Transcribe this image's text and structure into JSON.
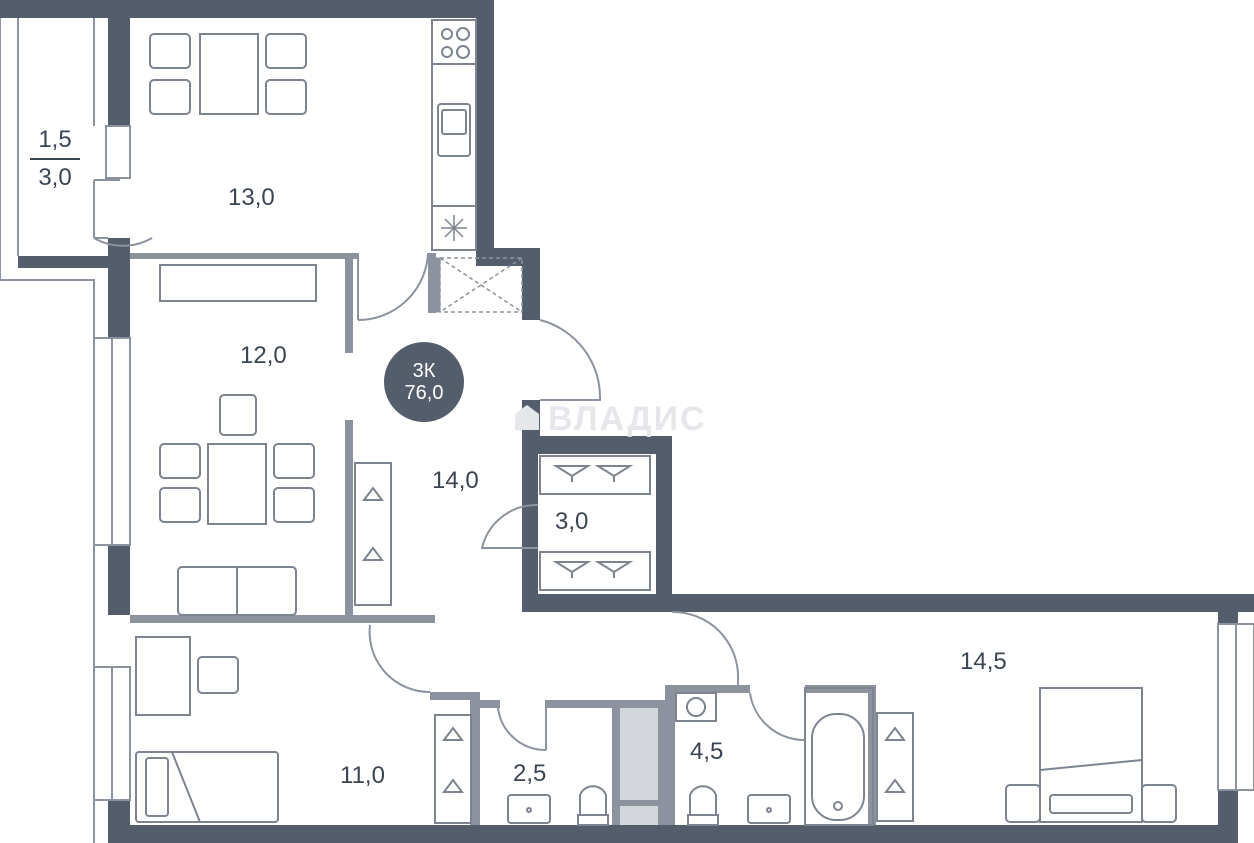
{
  "plan": {
    "apartment_type": "3К",
    "total_area": "76,0",
    "watermark": "ВЛАДИС",
    "balcony": {
      "area_reduced": "1,5",
      "area_full": "3,0"
    },
    "rooms": [
      {
        "id": "kitchen",
        "area": "13,0"
      },
      {
        "id": "living",
        "area": "12,0"
      },
      {
        "id": "hall",
        "area": "14,0"
      },
      {
        "id": "wardrobe",
        "area": "3,0"
      },
      {
        "id": "bedroom-small",
        "area": "11,0"
      },
      {
        "id": "wc",
        "area": "2,5"
      },
      {
        "id": "bathroom",
        "area": "4,5"
      },
      {
        "id": "bedroom-master",
        "area": "14,5"
      }
    ]
  },
  "colors": {
    "wall": "#545d6b",
    "partition": "#8c939e",
    "furniture": "#7d8490",
    "text": "#3b4453",
    "shaft": "#d3d6da"
  }
}
